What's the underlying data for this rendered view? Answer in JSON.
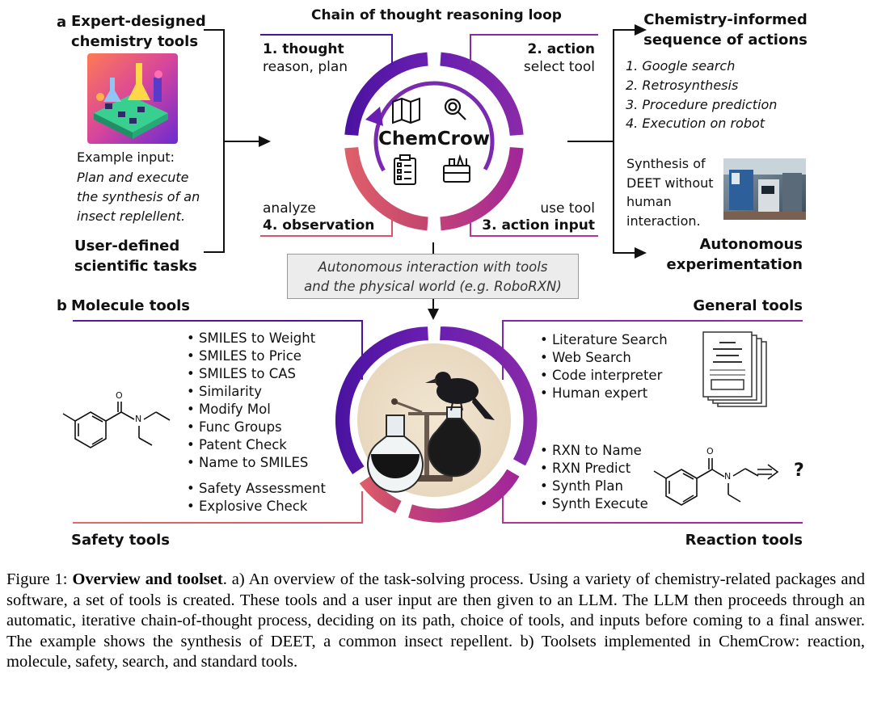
{
  "panel_a": {
    "letter": "a",
    "top_left_label": "Expert-designed chemistry tools",
    "example_input_label": "Example input:",
    "example_input_text": "Plan and execute the synthesis of an insect replellent.",
    "user_defined_label": "User-defined scientific tasks",
    "loop_title": "Chain of thought reasoning loop",
    "center_label": "ChemCrow",
    "steps": [
      {
        "title": "1. thought",
        "subtitle": "reason, plan"
      },
      {
        "title": "2. action",
        "subtitle": "select tool"
      },
      {
        "title": "3. action input",
        "subtitle": "use tool"
      },
      {
        "title": "4. observation",
        "subtitle": "analyze"
      }
    ],
    "sequence_title": "Chemistry-informed sequence of actions",
    "sequence": [
      "1. Google search",
      "2. Retrosynthesis",
      "3. Procedure prediction",
      "4. Execution on robot"
    ],
    "synthesis_text": "Synthesis of DEET without human interaction.",
    "autonomous_label": "Autonomous experimentation",
    "interaction_box": [
      "Autonomous interaction with tools",
      "and the physical world (e.g. RoboRXN)"
    ]
  },
  "panel_b": {
    "letter": "b",
    "molecule_title": "Molecule tools",
    "molecule_tools": [
      "SMILES to Weight",
      "SMILES to Price",
      "SMILES to CAS",
      "Similarity",
      "Modify Mol",
      "Func Groups",
      "Patent Check",
      "Name to SMILES"
    ],
    "safety_tools": [
      "Safety Assessment",
      "Explosive Check"
    ],
    "safety_title": "Safety tools",
    "general_title": "General tools",
    "general_tools": [
      "Literature Search",
      "Web Search",
      "Code interpreter",
      "Human expert"
    ],
    "reaction_tools": [
      "RXN to Name",
      "RXN Predict",
      "Synth Plan",
      "Synth Execute"
    ],
    "reaction_title": "Reaction tools",
    "question_mark": "?",
    "atom_o": "O",
    "atom_n": "N"
  },
  "caption": {
    "prefix": "Figure 1: ",
    "bold": "Overview and toolset",
    "text": ". a) An overview of the task-solving process. Using a variety of chemistry-related packages and software, a set of tools is created. These tools and a user input are then given to an LLM. The LLM then proceeds through an automatic, iterative chain-of-thought process, deciding on its path, choice of tools, and inputs before coming to a final answer. The example shows the synthesis of DEET, a common insect repellent. b) Toolsets implemented in ChemCrow: reaction, molecule, safety, search, and standard tools."
  },
  "colors": {
    "purple": "#5b17a6",
    "magenta": "#a52a8e",
    "rose": "#d9536b",
    "violet": "#7a2ab0"
  }
}
